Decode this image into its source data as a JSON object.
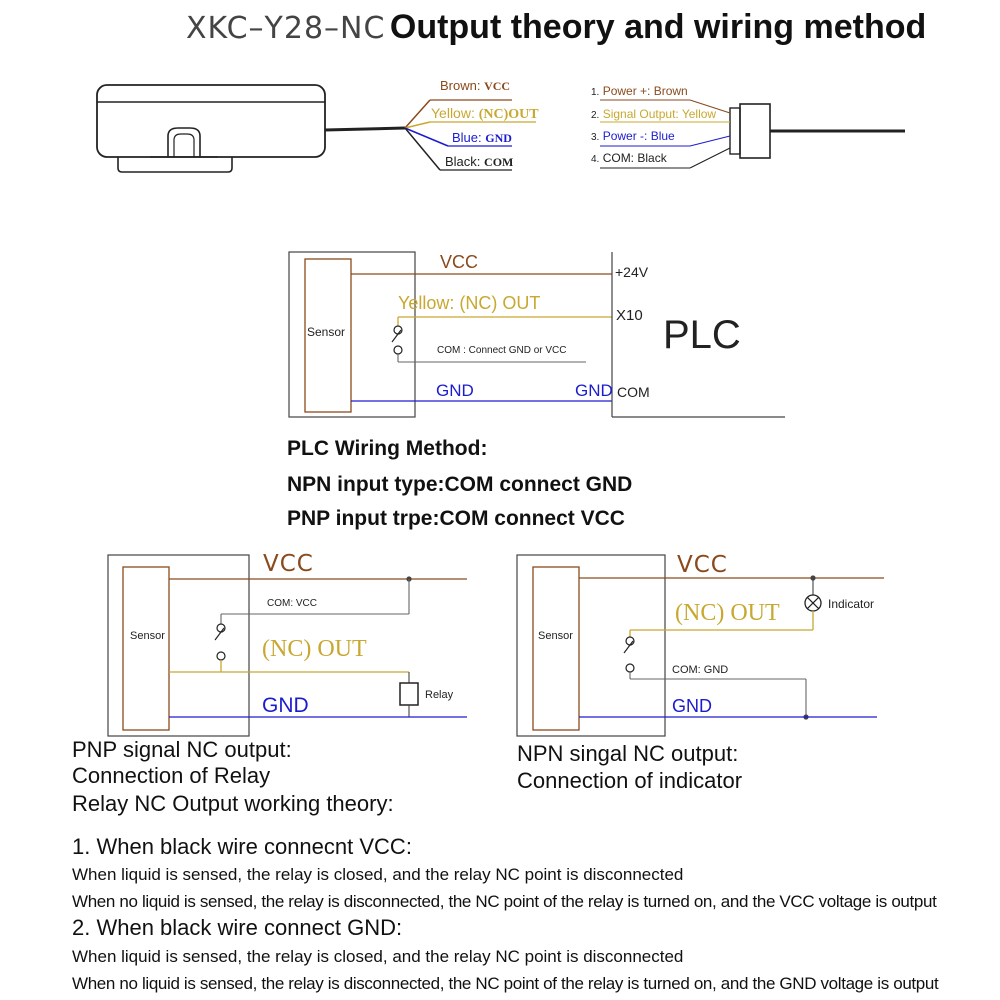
{
  "title": {
    "model": "XKC–Y28–NC",
    "rest": "Output theory and wiring method"
  },
  "wire_labels_left": [
    {
      "color_name": "Brown:",
      "signal": "VCC"
    },
    {
      "color_name": "Yellow:",
      "signal": "(NC)OUT"
    },
    {
      "color_name": "Blue:",
      "signal": "GND"
    },
    {
      "color_name": "Black:",
      "signal": "COM"
    }
  ],
  "connector_pins": [
    {
      "num": "1.",
      "text": "Power +: Brown"
    },
    {
      "num": "2.",
      "text": "Signal Output: Yellow"
    },
    {
      "num": "3.",
      "text": "Power -: Blue"
    },
    {
      "num": "4.",
      "text": "COM: Black"
    }
  ],
  "plc_diagram": {
    "vcc": "VCC",
    "yellow_out": "Yellow: (NC) OUT",
    "com_note": "COM : Connect GND or VCC",
    "gnd_left": "GND",
    "gnd_right": "GND",
    "com": "COM",
    "plus24": "+24V",
    "x10": "X10",
    "plc": "PLC",
    "sensor": "Sensor"
  },
  "plc_method": [
    "PLC Wiring Method:",
    "NPN input type:COM connect GND",
    "PNP input trpe:COM connect VCC"
  ],
  "relay_diagram": {
    "vcc": "VCC",
    "com": "COM: VCC",
    "out": "(NC) OUT",
    "gnd": "GND",
    "relay": "Relay",
    "sensor": "Sensor"
  },
  "indicator_diagram": {
    "vcc": "VCC",
    "out": "(NC) OUT",
    "com": "COM: GND",
    "gnd": "GND",
    "indicator": "Indicator",
    "sensor": "Sensor"
  },
  "relay_caption": [
    "PNP signal NC output:",
    "Connection of Relay",
    "Relay NC Output working theory:"
  ],
  "indicator_caption": [
    "NPN singal NC output:",
    "Connection of indicator"
  ],
  "theory": {
    "h1": "1. When black wire connecnt VCC:",
    "l1": "When liquid is sensed, the relay is closed, and the relay NC point is disconnected",
    "l2": "When no liquid is sensed, the relay is disconnected, the NC point of the relay is turned on, and the VCC voltage is output",
    "h2": "2. When black wire connect GND:",
    "l3": "When liquid is sensed, the relay is closed, and the relay NC point is disconnected",
    "l4": "When no liquid is sensed, the relay is disconnected, the NC point of the relay is turned on, and the GND voltage is output"
  },
  "colors": {
    "brown": "#8a4a1c",
    "yellow": "#c8a830",
    "blue": "#1c1ccf",
    "black": "#222222"
  }
}
